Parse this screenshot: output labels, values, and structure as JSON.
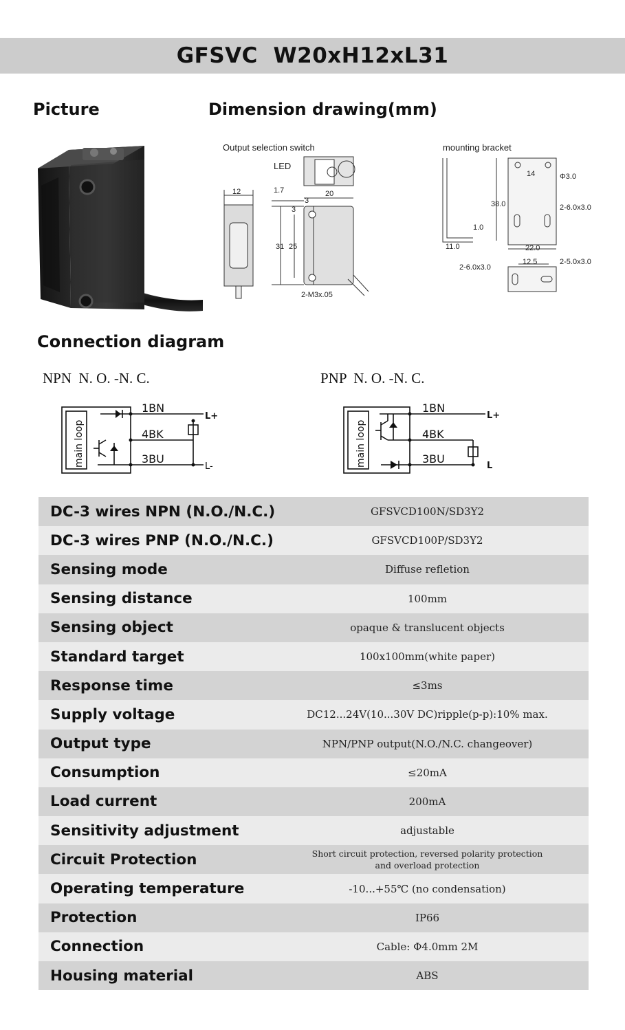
{
  "title": "GFSVC  W20xH12xL31",
  "sections": {
    "picture": "Picture",
    "dimension": "Dimension drawing(mm)",
    "connection": "Connection diagram"
  },
  "drawing": {
    "output_switch": "Output selection switch",
    "led": "LED",
    "mounting_bracket": "mounting bracket",
    "dims": {
      "d12": "12",
      "d17": "1.7",
      "d20": "20",
      "d3": "3",
      "d31": "31",
      "d25": "25",
      "m3": "2-M3x.05",
      "d14": "14",
      "phi3": "Φ3.0",
      "d38": "38.0",
      "slot6": "2-6.0x3.0",
      "d10": "1.0",
      "d11": "11.0",
      "d22": "22.0",
      "d125": "12.5",
      "slot6b": "2-6.0x3.0",
      "slot5": "2-5.0x3.0"
    }
  },
  "wiring": {
    "npn_title": "NPN  N. O. -N. C.",
    "pnp_title": "PNP  N. O. -N. C.",
    "main_loop": "main loop",
    "w1": "1BN",
    "w4": "4BK",
    "w3": "3BU",
    "lplus": "L+",
    "lminus": "L-",
    "l": "L"
  },
  "specs": [
    {
      "label": "DC-3 wires NPN (N.O./N.C.)",
      "value": "GFSVCD100N/SD3Y2"
    },
    {
      "label": "DC-3 wires PNP (N.O./N.C.)",
      "value": "GFSVCD100P/SD3Y2"
    },
    {
      "label": "Sensing mode",
      "value": "Diffuse refletion"
    },
    {
      "label": "Sensing distance",
      "value": "100mm"
    },
    {
      "label": "Sensing object",
      "value": "opaque & translucent objects"
    },
    {
      "label": "Standard target",
      "value": "100x100mm(white paper)"
    },
    {
      "label": "Response time",
      "value": "≤3ms"
    },
    {
      "label": "Supply voltage",
      "value": "DC12...24V(10...30V DC)ripple(p-p):10% max."
    },
    {
      "label": "Output type",
      "value": "NPN/PNP output(N.O./N.C. changeover)"
    },
    {
      "label": "Consumption",
      "value": "≤20mA"
    },
    {
      "label": "Load current",
      "value": "200mA"
    },
    {
      "label": "Sensitivity adjustment",
      "value": "adjustable"
    },
    {
      "label": "Circuit Protection",
      "value": "Short circuit protection, reversed polarity protection\nand overload protection"
    },
    {
      "label": "Operating temperature",
      "value": "-10...+55℃ (no condensation)"
    },
    {
      "label": "Protection",
      "value": "IP66"
    },
    {
      "label": "Connection",
      "value": "Cable: Φ4.0mm 2M"
    },
    {
      "label": "Housing material",
      "value": "ABS"
    }
  ]
}
